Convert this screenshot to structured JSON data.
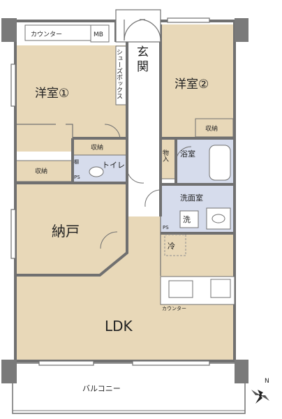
{
  "rooms": {
    "western_room_1": "洋室①",
    "western_room_2": "洋室②",
    "storage_room": "納戸",
    "ldk": "LDK",
    "entrance": "玄関",
    "bathroom": "浴室",
    "washroom": "洗面室",
    "toilet": "トイレ",
    "balcony": "バルコニー"
  },
  "fixtures": {
    "counter_top": "カウンター",
    "counter_kitchen": "カウンター",
    "mb": "MB",
    "shoe_box": "シューズボックス",
    "storage_1": "収納",
    "storage_2": "収納",
    "storage_3": "収納",
    "closet": "物入",
    "shelf": "棚",
    "ps_1": "PS",
    "ps_2": "PS",
    "washer": "洗",
    "fridge": "冷"
  },
  "compass": {
    "label": "N"
  },
  "colors": {
    "room": "#e8d8b8",
    "wall": "#707070",
    "wet": "#d6dcec",
    "storage_floor": "#e2e4ea"
  }
}
